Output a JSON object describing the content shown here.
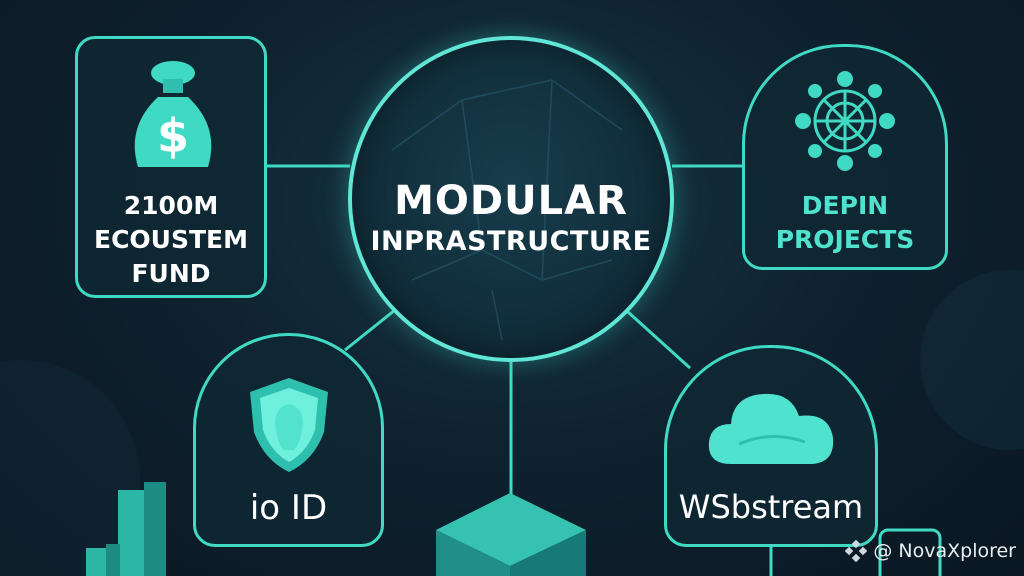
{
  "center": {
    "title": "MODULAR",
    "subtitle": "INPRASTRUCTURE"
  },
  "nodes": {
    "fund": {
      "label": "2100M\nECOUSTEM\nFUND",
      "icon": "money-bag-icon"
    },
    "depin": {
      "label": "DEPIN\nPROJECTS",
      "icon": "network-wheel-icon"
    },
    "ioid": {
      "label": "io ID",
      "icon": "shield-icon"
    },
    "wsbstream": {
      "label": "WSbstream",
      "icon": "cloud-icon"
    }
  },
  "watermark": {
    "text": "@ NovaXplorer"
  },
  "colors": {
    "accent": "#3fd9c4",
    "accent_light": "#5fe6d6",
    "background": "#0f2230",
    "text": "#ffffff"
  }
}
